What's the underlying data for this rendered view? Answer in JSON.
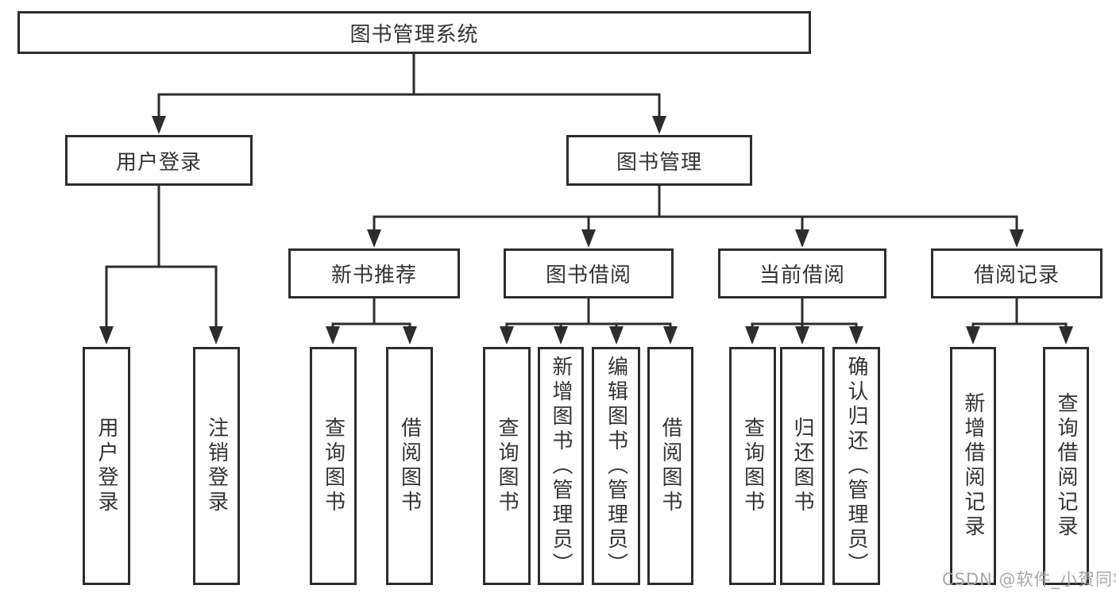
{
  "diagram_title": "图书管理系统",
  "tree": {
    "label": "图书管理系统",
    "children": [
      {
        "label": "用户登录",
        "children": [
          {
            "label": "用户登录"
          },
          {
            "label": "注销登录"
          }
        ]
      },
      {
        "label": "图书管理",
        "children": [
          {
            "label": "新书推荐",
            "children": [
              {
                "label": "查询图书"
              },
              {
                "label": "借阅图书"
              }
            ]
          },
          {
            "label": "图书借阅",
            "children": [
              {
                "label": "查询图书"
              },
              {
                "label": "新增图书（管理员）"
              },
              {
                "label": "编辑图书（管理员）"
              },
              {
                "label": "借阅图书"
              }
            ]
          },
          {
            "label": "当前借阅",
            "children": [
              {
                "label": "查询图书"
              },
              {
                "label": "归还图书"
              },
              {
                "label": "确认归还（管理员）"
              }
            ]
          },
          {
            "label": "借阅记录",
            "children": [
              {
                "label": "新增借阅记录"
              },
              {
                "label": "查询借阅记录"
              }
            ]
          }
        ]
      }
    ]
  },
  "watermark": {
    "text": "CSDN @软件_小贺同学"
  },
  "colors": {
    "line": "#2d2d2d",
    "text": "#333333",
    "watermark": "#a8a8a8",
    "background": "#ffffff"
  }
}
